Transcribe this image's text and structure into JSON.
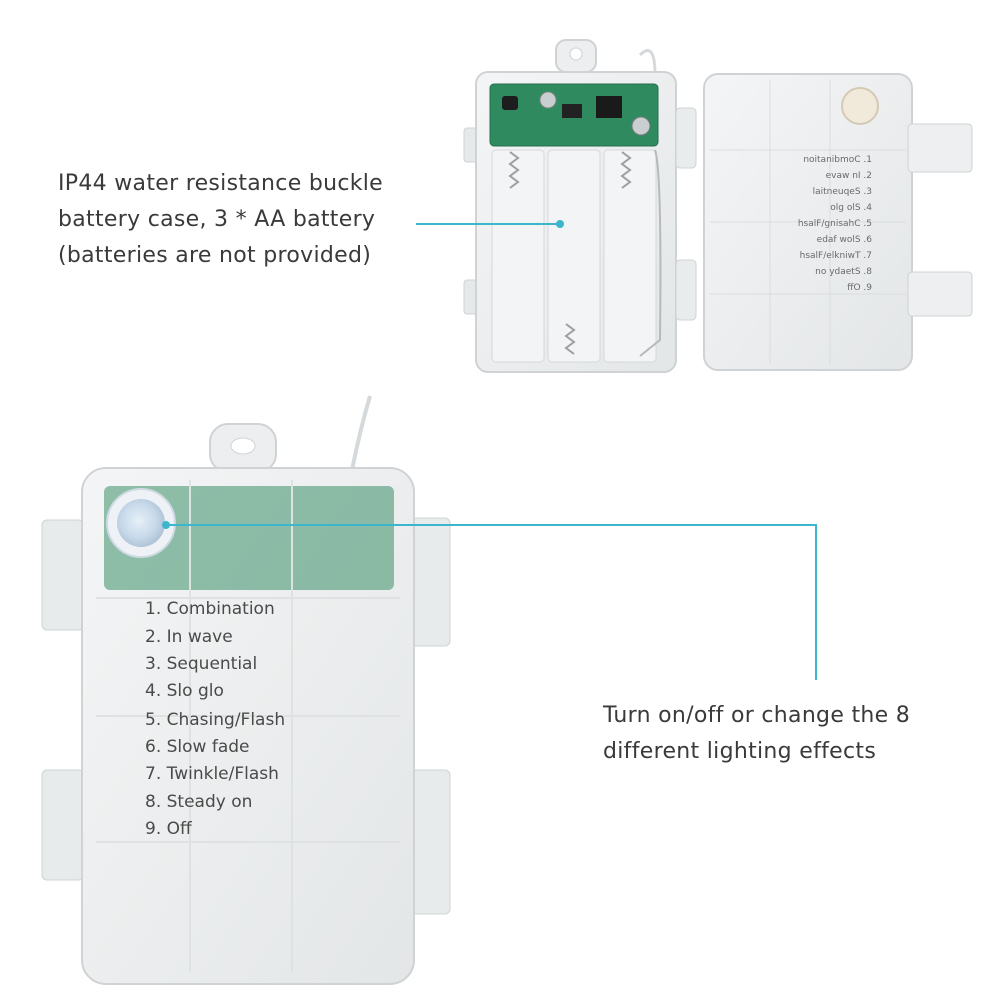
{
  "callouts": {
    "top": {
      "lines": [
        "IP44 water resistance buckle",
        "battery case,  3 * AA battery",
        "(batteries are not provided)"
      ]
    },
    "bottom": {
      "lines": [
        "Turn on/off or change the 8",
        "different lighting effects"
      ]
    }
  },
  "modes": [
    "1. Combination",
    "2. In wave",
    "3. Sequential",
    "4. Slo glo",
    "5. Chasing/Flash",
    "6. Slow fade",
    "7. Twinkle/Flash",
    "8. Steady on",
    "9. Off"
  ],
  "colors": {
    "accent": "#3bb6cc",
    "text": "#3a3a3a",
    "case": "#eef0f1",
    "case_edge": "#cfd3d5",
    "pcb": "#2f8a60"
  }
}
